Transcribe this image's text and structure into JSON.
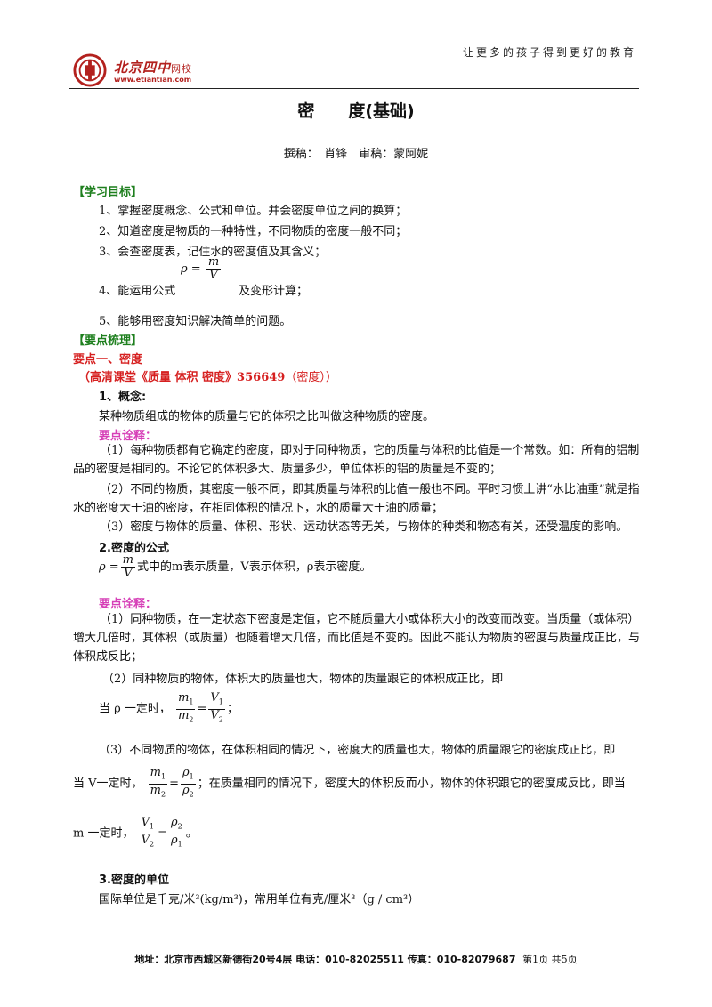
{
  "header": {
    "slogan": "让更多的孩子得到更好的教育",
    "logo_name": "北京四中",
    "logo_suffix": "网校",
    "logo_url": "www.etiantian.com"
  },
  "title": "密　　度(基础)",
  "authors": "撰稿：　肖锋　审稿：蒙阿妮",
  "goals": {
    "heading": "【学习目标】",
    "items": [
      "1、掌握密度概念、公式和单位。并会密度单位之间的换算；",
      "2、知道密度是物质的一种特性，不同物质的密度一般不同；",
      "3、会查密度表，记住水的密度值及其含义；",
      "4、能运用公式",
      "及变形计算；",
      "5、能够用密度知识解决简单的问题。"
    ]
  },
  "points": {
    "heading": "【要点梳理】",
    "point1": "要点一、密度",
    "lesson_main": "（高清课堂《质量 体积 密度》356649",
    "lesson_paren": "（密度））",
    "concept_heading": "1、概念:",
    "concept_text": "某种物质组成的物体的质量与它的体积之比叫做这种物质的密度。",
    "note_label": "要点诠释：",
    "note1": "（1）每种物质都有它确定的密度，即对于同种物质，它的质量与体积的比值是一个常数。如：所有的铝制品的密度是相同的。不论它的体积多大、质量多少，单位体积的铝的质量是不变的；",
    "note2": "（2）不同的物质，其密度一般不同，即其质量与体积的比值一般也不同。平时习惯上讲“水比油重”就是指水的密度大于油的密度，在相同体积的情况下，水的质量大于油的质量；",
    "note3": "（3）密度与物体的质量、体积、形状、运动状态等无关，与物体的种类和物态有关，还受温度的影响。",
    "formula_heading": "2.密度的公式",
    "formula_text": "式中的m表示质量，V表示体积，ρ表示密度。",
    "note_label2": "要点诠释：",
    "f_note1": "（1）同种物质，在一定状态下密度是定值，它不随质量大小或体积大小的改变而改变。当质量（或体积）增大几倍时，其体积（或质量）也随着增大几倍，而比值是不变的。因此不能认为物质的密度与质量成正比，与体积成反比；",
    "f_note2": "（2）同种物质的物体，体积大的质量也大，物体的质量跟它的体积成正比，即",
    "f_note2b": "当 ρ 一定时，",
    "f_note3": "（3）不同物质的物体，在体积相同的情况下，密度大的质量也大，物体的质量跟它的密度成正比，即",
    "f_note3b": "当 V一定时，",
    "f_note3c": "；在质量相同的情况下，密度大的体积反而小，物体的体积跟它的密度成反比，即当",
    "f_note3d": "m 一定时，",
    "unit_heading": "3.密度的单位",
    "unit_text": "国际单位是千克/米³(kg/m³)，常用单位有克/厘米³（g / cm³）"
  },
  "footer": {
    "address": "地址：北京市西城区新德街20号4层  电话：010-82025511  传真：010-82079687",
    "page": "第1页  共5页"
  },
  "colors": {
    "logo_red": "#b3211e",
    "section_green": "#1e7f1e",
    "heading_red": "#d62020",
    "note_magenta": "#d63fb7"
  }
}
